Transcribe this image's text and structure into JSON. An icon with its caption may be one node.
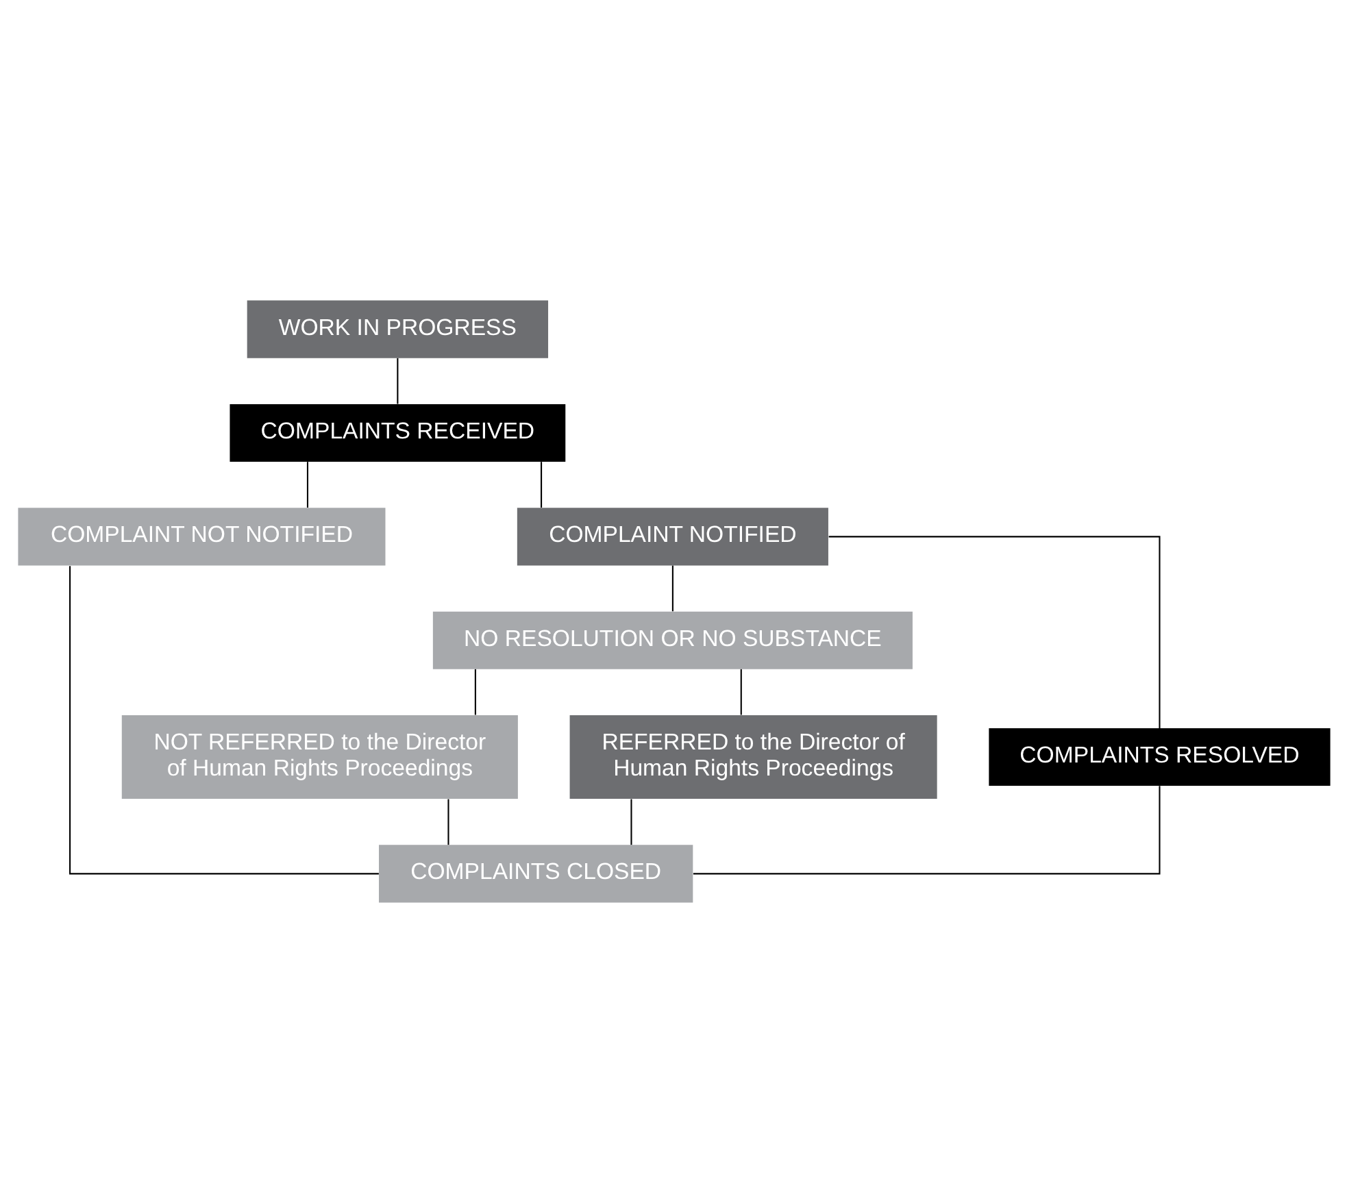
{
  "diagram": {
    "nodes": [
      {
        "text": [
          "WORK IN PROGRESS"
        ]
      },
      {
        "text": [
          "COMPLAINTS RECEIVED"
        ]
      },
      {
        "text": [
          "COMPLAINT NOT NOTIFIED"
        ]
      },
      {
        "text": [
          "COMPLAINT NOTIFIED"
        ]
      },
      {
        "text": [
          "NO RESOLUTION OR NO SUBSTANCE"
        ]
      },
      {
        "text": [
          "NOT REFERRED to the Director of Human Rights Proceedings"
        ]
      },
      {
        "text": [
          "COMPLAINTS RESOLVED"
        ]
      },
      {
        "text": [
          "REFERRED to the Director of Human Rights Proceedings"
        ]
      },
      {
        "text": [
          "COMPLAINTS CLOSED"
        ]
      }
    ],
    "edges": [
      {
        "from": 0,
        "to": 1,
        "arrow": "none"
      },
      {
        "from": 1,
        "to": 2,
        "arrow": "none"
      },
      {
        "from": 1,
        "to": 3,
        "arrow": "none"
      },
      {
        "from": 3,
        "to": 4,
        "arrow": "none"
      },
      {
        "from": 3,
        "to": 6,
        "arrow": "none"
      },
      {
        "from": 4,
        "to": 5,
        "arrow": "none"
      },
      {
        "from": 4,
        "to": 7,
        "arrow": "none"
      },
      {
        "from": 2,
        "to": 8,
        "arrow": "none"
      },
      {
        "from": 5,
        "to": 8,
        "arrow": "none"
      },
      {
        "from": 7,
        "to": 8,
        "arrow": "none"
      },
      {
        "from": 6,
        "to": 8,
        "arrow": "none"
      }
    ]
  }
}
